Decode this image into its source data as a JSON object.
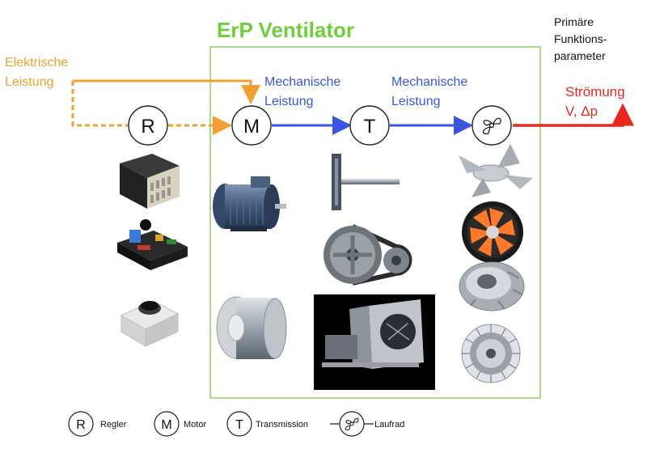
{
  "title": "ErP Ventilator",
  "primary_params": [
    "Primäre",
    "Funktions-",
    "parameter"
  ],
  "electrical": [
    "Elektrische",
    "Leistung"
  ],
  "mechanical_1": [
    "Mechanische",
    "Leistung"
  ],
  "mechanical_2": [
    "Mechanische",
    "Leistung"
  ],
  "flow": [
    "Strömung",
    "V, Δp"
  ],
  "nodes": {
    "regler": "R",
    "motor": "M",
    "transmission": "T"
  },
  "legend": {
    "regler_symbol": "R",
    "regler_label": "Regler",
    "motor_symbol": "M",
    "motor_label": "Motor",
    "transmission_symbol": "T",
    "transmission_label": "Transmission",
    "laufrad_label": "Laufrad"
  },
  "colors": {
    "frame": "#8fd468",
    "title": "#6fce3a",
    "electric": "#f0a030",
    "mechanic": "#3a56e0",
    "flow": "#e8281c"
  }
}
